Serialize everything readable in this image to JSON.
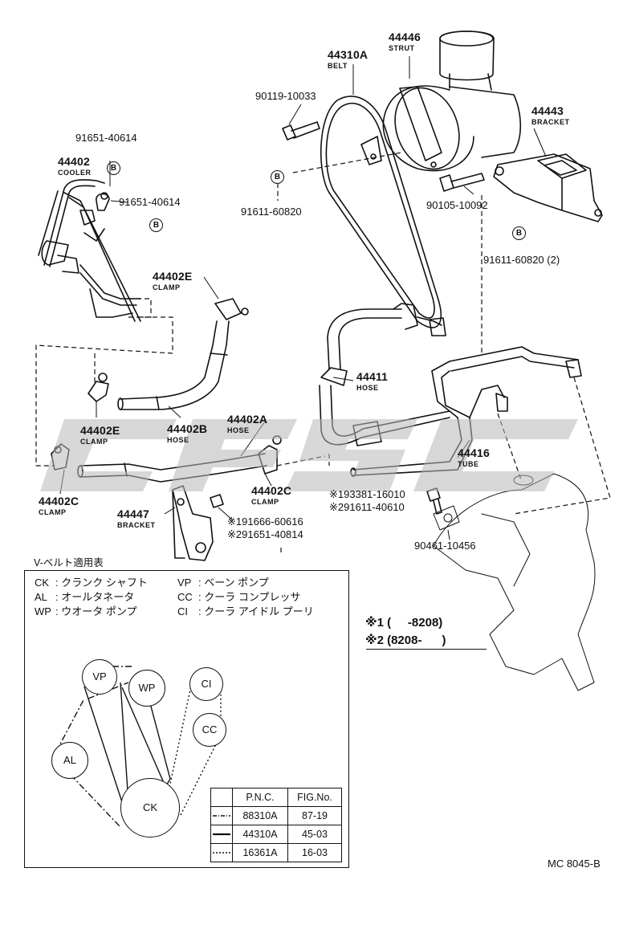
{
  "parts": {
    "p44310A": {
      "num": "44310A",
      "name": "BELT"
    },
    "p44446": {
      "num": "44446",
      "name": "STRUT"
    },
    "p90119": "90119-10033",
    "p44443": {
      "num": "44443",
      "name": "BRACKET"
    },
    "p91651a": "91651-40614",
    "p44402": {
      "num": "44402",
      "name": "COOLER"
    },
    "p91651b": "91651-40614",
    "p91611a": "91611-60820",
    "p90105": "90105-10092",
    "p91611b": "91611-60820 (2)",
    "p44402E_top": {
      "num": "44402E",
      "name": "CLAMP"
    },
    "p44411": {
      "num": "44411",
      "name": "HOSE"
    },
    "p44402E_bot": {
      "num": "44402E",
      "name": "CLAMP"
    },
    "p44402B": {
      "num": "44402B",
      "name": "HOSE"
    },
    "p44402A": {
      "num": "44402A",
      "name": "HOSE"
    },
    "p44416": {
      "num": "44416",
      "name": "TUBE"
    },
    "p44402C_left": {
      "num": "44402C",
      "name": "CLAMP"
    },
    "p44402C_mid": {
      "num": "44402C",
      "name": "CLAMP"
    },
    "p44447": {
      "num": "44447",
      "name": "BRACKET"
    },
    "p93381": "※193381-16010",
    "p91611c": "※291611-40610",
    "p91666": "※191666-60616",
    "p91651c": "※291651-40814",
    "p90461": "90461-10456",
    "b_mark": "B"
  },
  "belt_table": {
    "title": "V-ベルト適用表",
    "left": [
      {
        "code": "CK",
        "desc": ": クランク シャフト"
      },
      {
        "code": "AL",
        "desc": ": オールタネータ"
      },
      {
        "code": "WP",
        "desc": ": ウオータ ポンプ"
      }
    ],
    "right": [
      {
        "code": "VP",
        "desc": ": ベーン ポンプ"
      },
      {
        "code": "CC",
        "desc": ": クーラ コンプレッサ"
      },
      {
        "code": "CI",
        "desc": ": クーラ アイドル プーリ"
      }
    ],
    "pulleys": {
      "vp": "VP",
      "wp": "WP",
      "ci": "CI",
      "cc": "CC",
      "al": "AL",
      "ck": "CK"
    },
    "table": {
      "headers": [
        "P.N.C.",
        "FIG.No."
      ],
      "rows": [
        {
          "pnc": "88310A",
          "fig": "87-19",
          "style": "dash-dot"
        },
        {
          "pnc": "44310A",
          "fig": "45-03",
          "style": "solid"
        },
        {
          "pnc": "16361A",
          "fig": "16-03",
          "style": "dotted"
        }
      ]
    }
  },
  "notes": {
    "n1": "※1 (     -8208)",
    "n2": "※2 (8208-      )"
  },
  "code": "MC 8045-B"
}
